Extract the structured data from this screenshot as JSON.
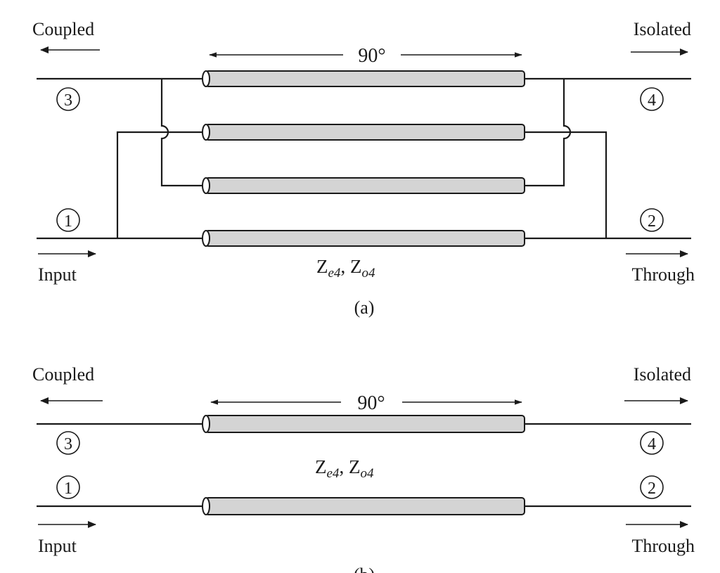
{
  "figures": {
    "a": {
      "caption": "(a)",
      "coupled_label": "Coupled",
      "isolated_label": "Isolated",
      "input_label": "Input",
      "through_label": "Through",
      "length_label": "90°",
      "impedance_label": [
        "Z",
        "e4",
        ", Z",
        "o4"
      ],
      "port_labels": [
        "3",
        "4",
        "1",
        "2"
      ]
    },
    "b": {
      "caption": "(b)",
      "coupled_label": "Coupled",
      "isolated_label": "Isolated",
      "input_label": "Input",
      "through_label": "Through",
      "length_label": "90°",
      "impedance_label": [
        "Z",
        "e4",
        ", Z",
        "o4"
      ],
      "port_labels": [
        "3",
        "4",
        "1",
        "2"
      ]
    }
  },
  "colors": {
    "line_stroke": "#1a1a1a",
    "tube_fill": "#d4d4d4",
    "background": "#ffffff"
  }
}
